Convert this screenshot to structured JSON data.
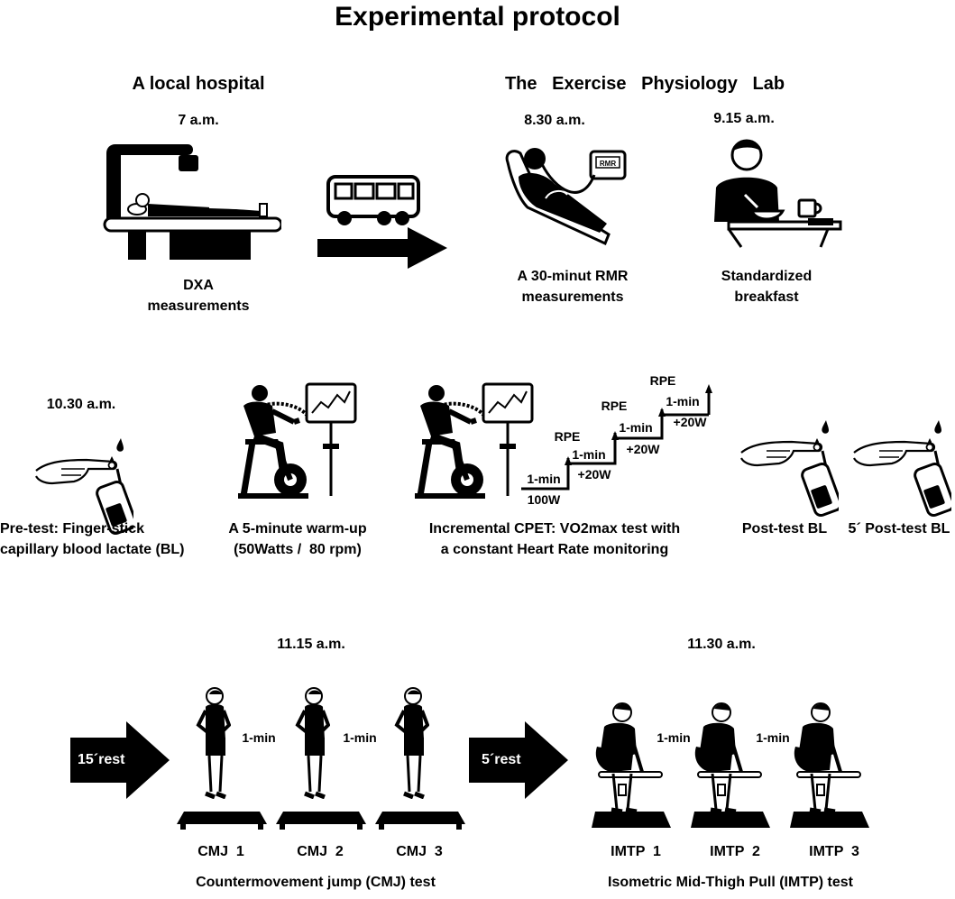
{
  "title": "Experimental protocol",
  "sections": {
    "hospital": "A local hospital",
    "lab": "The   Exercise   Physiology   Lab"
  },
  "times": {
    "t1": "7 a.m.",
    "t2": "8.30 a.m.",
    "t3": "9.15 a.m.",
    "t4": "10.30 a.m.",
    "t5": "11.15 a.m.",
    "t6": "11.30 a.m."
  },
  "steps": {
    "dxa_1": "DXA",
    "dxa_2": "measurements",
    "rmr_1": "A 30-minut RMR",
    "rmr_2": "measurements",
    "breakfast_1": "Standardized",
    "breakfast_2": "breakfast",
    "pretest_1": "Pre-test: Finger-stick",
    "pretest_2": "capillary blood lactate (BL)",
    "warmup_1": "A 5-minute warm-up",
    "warmup_2": "(50Watts /  80 rpm)",
    "cpet_1": "Incremental CPET: VO2max test with",
    "cpet_2": "a constant Heart Rate monitoring",
    "post_bl": "Post-test BL",
    "post5_bl": "5´ Post-test BL"
  },
  "cpet_steps": {
    "rpe": "RPE",
    "one_min": "1-min",
    "start_watts": "100W",
    "increment": "+20W"
  },
  "rmr_screen": "RMR",
  "rests": {
    "rest15": "15´rest",
    "rest5": "5´rest",
    "interval": "1-min"
  },
  "cmj": {
    "labels": [
      "CMJ  1",
      "CMJ  2",
      "CMJ  3"
    ],
    "caption": "Countermovement jump (CMJ) test"
  },
  "imtp": {
    "labels": [
      "IMTP  1",
      "IMTP  2",
      "IMTP  3"
    ],
    "caption": "Isometric Mid-Thigh Pull (IMTP) test"
  }
}
